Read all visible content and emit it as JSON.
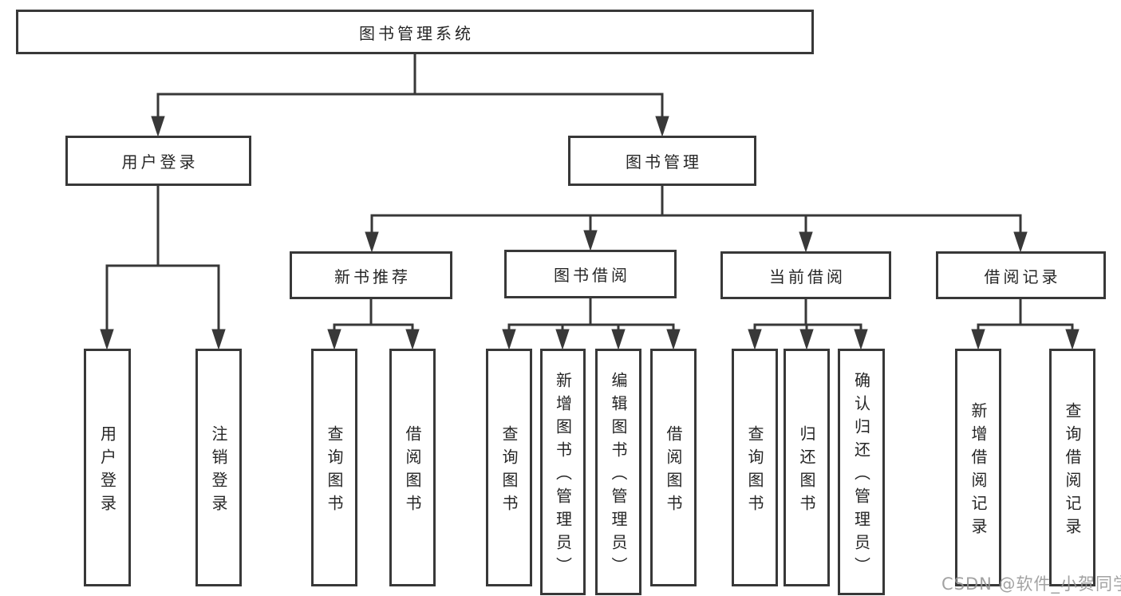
{
  "tree": {
    "root": {
      "label": "图书管理系统",
      "children": [
        {
          "label": "用户登录",
          "children": [
            {
              "label": "用户登录"
            },
            {
              "label": "注销登录"
            }
          ]
        },
        {
          "label": "图书管理",
          "children": [
            {
              "label": "新书推荐",
              "children": [
                {
                  "label": "查询图书"
                },
                {
                  "label": "借阅图书"
                }
              ]
            },
            {
              "label": "图书借阅",
              "children": [
                {
                  "label": "查询图书"
                },
                {
                  "label": "新增图书（管理员）"
                },
                {
                  "label": "编辑图书（管理员）"
                },
                {
                  "label": "借阅图书"
                }
              ]
            },
            {
              "label": "当前借阅",
              "children": [
                {
                  "label": "查询图书"
                },
                {
                  "label": "归还图书"
                },
                {
                  "label": "确认归还（管理员）"
                }
              ]
            },
            {
              "label": "借阅记录",
              "children": [
                {
                  "label": "新增借阅记录"
                },
                {
                  "label": "查询借阅记录"
                }
              ]
            }
          ]
        }
      ]
    }
  },
  "watermark": {
    "text": "CSDN @软件_小贺同学"
  },
  "colors": {
    "line": "#383838",
    "box_border": "#383838",
    "text": "#262626",
    "watermark": "#969696",
    "background": "#ffffff"
  }
}
